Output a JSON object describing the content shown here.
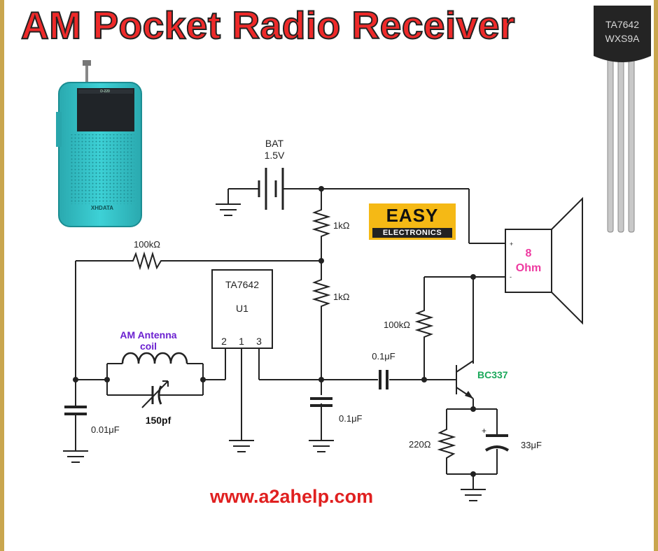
{
  "title": "AM Pocket Radio Receiver",
  "website": "www.a2ahelp.com",
  "logo": {
    "line1": "EASY",
    "line2": "ELECTRONICS"
  },
  "radio": {
    "brand": "XHDATA",
    "display_top": "D-220"
  },
  "ic_chip": {
    "line1": "TA7642",
    "line2": "WXS9A"
  },
  "schematic": {
    "battery": {
      "name": "BAT",
      "value": "1.5V"
    },
    "ic": {
      "name": "TA7642",
      "ref": "U1",
      "pins": [
        "2",
        "1",
        "3"
      ]
    },
    "resistors": {
      "r_top": "1kΩ",
      "r_mid": "1kΩ",
      "r_feedback": "100kΩ",
      "r_bias": "100kΩ",
      "r_emitter": "220Ω"
    },
    "capacitors": {
      "c_input": "0.01μF",
      "c_tuning": "150pf",
      "c_filter": "0.1μF",
      "c_coupling": "0.1μF",
      "c_emitter": "33μF"
    },
    "antenna": {
      "line1": "AM Antenna",
      "line2": "coil"
    },
    "transistor": "BC337",
    "speaker": {
      "line1": "8",
      "line2": "Ohm"
    }
  },
  "colors": {
    "title": "#ee2a2a",
    "website": "#e02020",
    "antenna_label": "#6a1fd0",
    "transistor_label": "#1aa85a",
    "speaker_label": "#ee3aa0",
    "logo_bg": "#f5b915",
    "radio_body": "#2ec3c8"
  }
}
